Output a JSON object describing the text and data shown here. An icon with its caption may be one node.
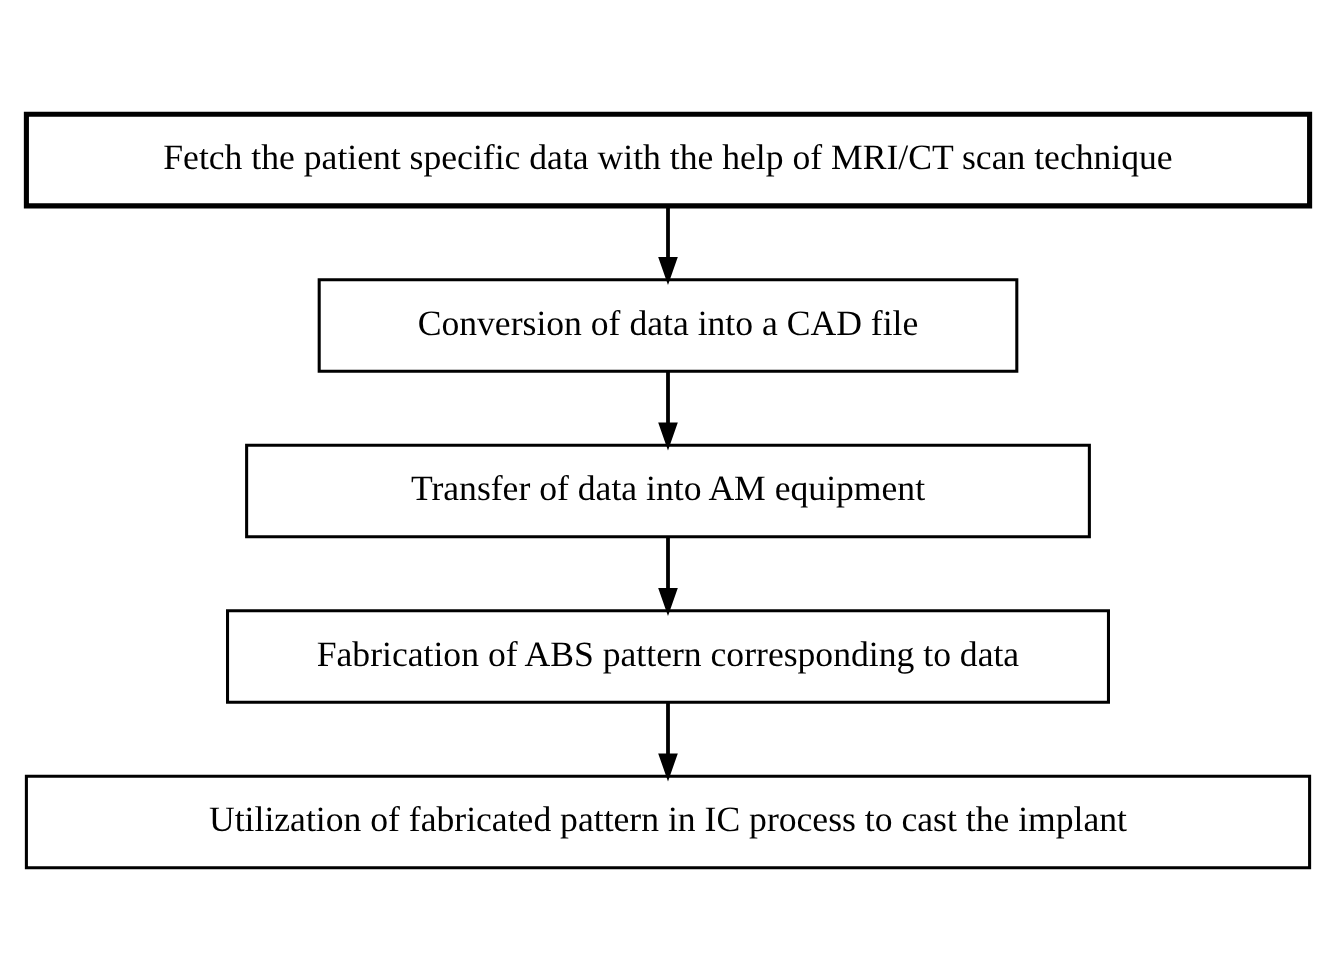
{
  "diagram": {
    "nodes": [
      {
        "text": [
          "Fetch the patient specific data with the help of MRI/CT scan technique"
        ]
      },
      {
        "text": [
          "Conversion of data into a CAD file"
        ]
      },
      {
        "text": [
          "Transfer of data into AM equipment"
        ]
      },
      {
        "text": [
          "Fabrication of ABS pattern corresponding to data"
        ]
      },
      {
        "text": [
          "Utilization of fabricated pattern in IC process to cast the implant"
        ]
      }
    ],
    "edges": [
      {
        "from": 0,
        "to": 1,
        "arrow": "to"
      },
      {
        "from": 1,
        "to": 2,
        "arrow": "to"
      },
      {
        "from": 2,
        "to": 3,
        "arrow": "to"
      },
      {
        "from": 3,
        "to": 4,
        "arrow": "to"
      }
    ]
  }
}
